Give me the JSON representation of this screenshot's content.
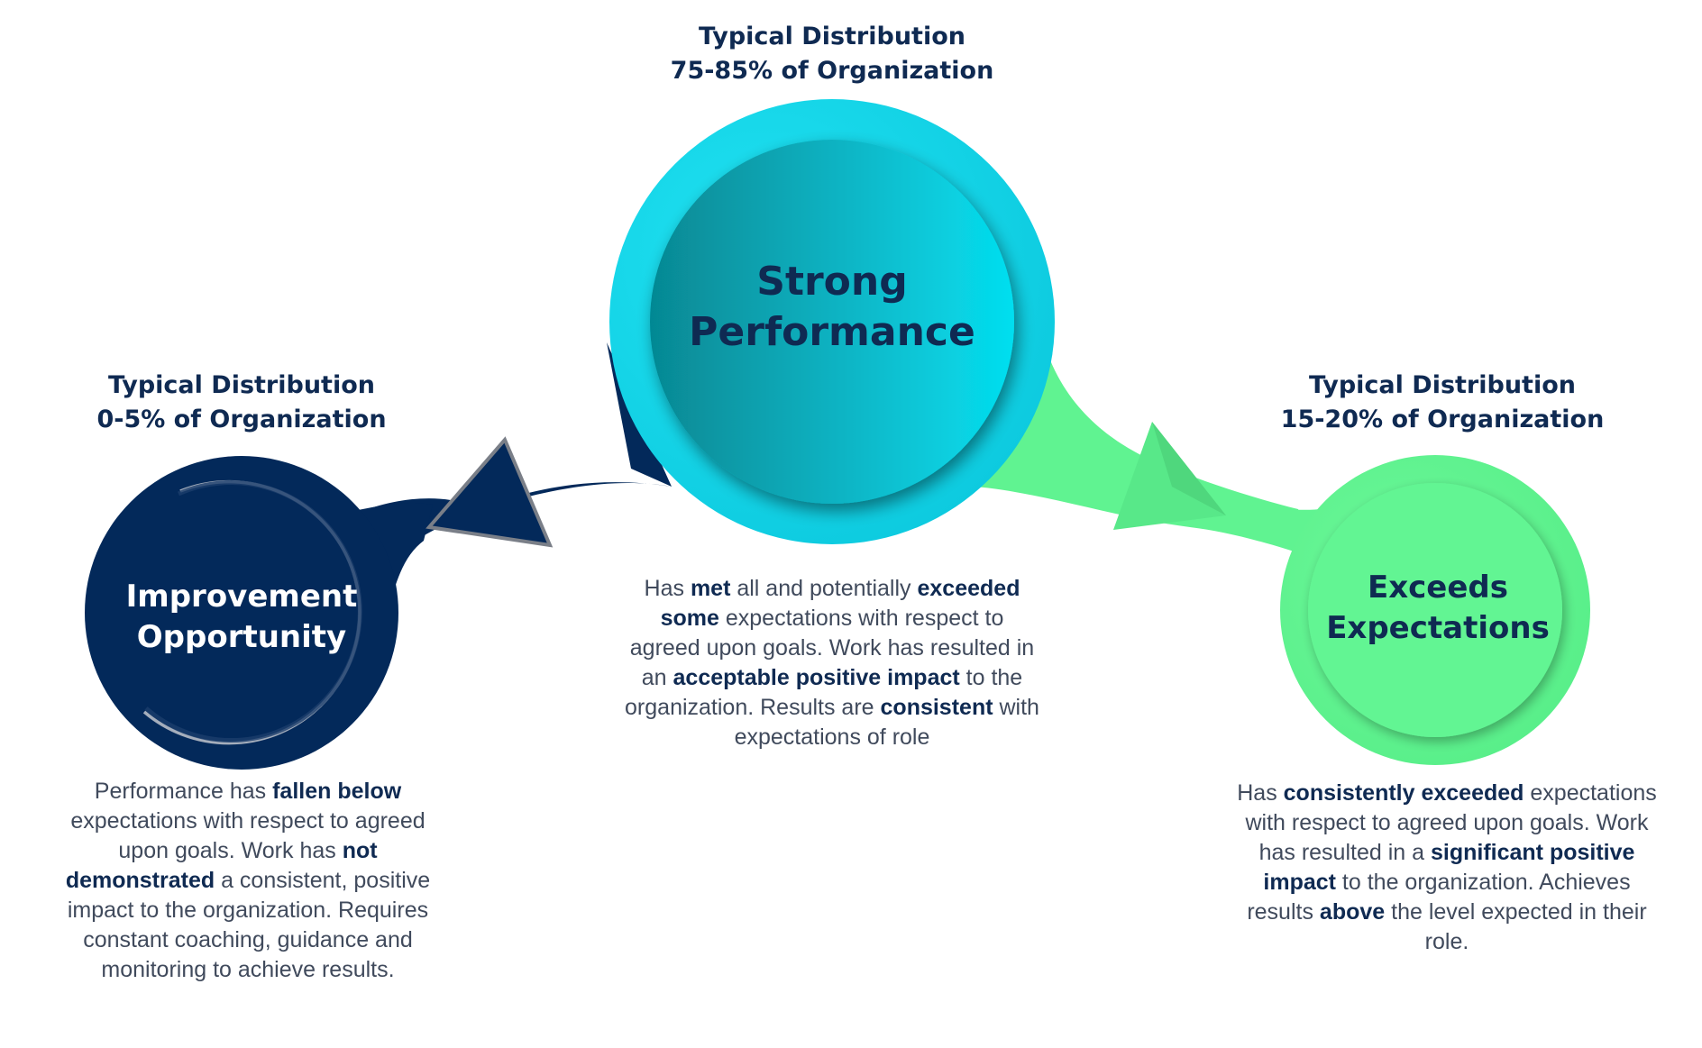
{
  "colors": {
    "navy": "#03295a",
    "cyan": "#12d6ea",
    "teal": "#0a9aa8",
    "green": "#5ef58f",
    "title_text": "#0f2a52",
    "body_text": "#404a5c"
  },
  "strong": {
    "dist_line1": "Typical Distribution",
    "dist_line2": "75-85% of Organization",
    "title_line1": "Strong",
    "title_line2": "Performance",
    "desc": [
      {
        "t": "Has "
      },
      {
        "t": "met",
        "b": true
      },
      {
        "t": " all and potentially "
      },
      {
        "t": "exceeded",
        "b": true
      },
      {
        "br": true
      },
      {
        "t": "some",
        "b": true
      },
      {
        "t": " expectations with respect to"
      },
      {
        "br": true
      },
      {
        "t": "agreed upon goals.  Work has resulted in"
      },
      {
        "br": true
      },
      {
        "t": "an "
      },
      {
        "t": "acceptable positive impact",
        "b": true
      },
      {
        "t": " to the"
      },
      {
        "br": true
      },
      {
        "t": "organization. Results are "
      },
      {
        "t": "consistent",
        "b": true
      },
      {
        "t": " with"
      },
      {
        "br": true
      },
      {
        "t": "expectations of role"
      }
    ]
  },
  "improvement": {
    "dist_line1": "Typical Distribution",
    "dist_line2": "0-5% of Organization",
    "title_line1": "Improvement",
    "title_line2": "Opportunity",
    "desc": [
      {
        "t": "Performance has "
      },
      {
        "t": "fallen below",
        "b": true
      },
      {
        "br": true
      },
      {
        "t": "expectations with respect to agreed"
      },
      {
        "br": true
      },
      {
        "t": "upon goals.  Work has "
      },
      {
        "t": "not",
        "b": true
      },
      {
        "br": true
      },
      {
        "t": "demonstrated",
        "b": true
      },
      {
        "t": " a consistent, positive"
      },
      {
        "br": true
      },
      {
        "t": "impact to the organization. Requires"
      },
      {
        "br": true
      },
      {
        "t": "constant coaching, guidance and"
      },
      {
        "br": true
      },
      {
        "t": "monitoring to achieve results."
      }
    ]
  },
  "exceeds": {
    "dist_line1": "Typical Distribution",
    "dist_line2": "15-20% of Organization",
    "title_line1": "Exceeds",
    "title_line2": "Expectations",
    "desc": [
      {
        "t": "Has "
      },
      {
        "t": "consistently exceeded",
        "b": true
      },
      {
        "t": " expectations"
      },
      {
        "br": true
      },
      {
        "t": "with respect to agreed upon goals. Work"
      },
      {
        "br": true
      },
      {
        "t": "has resulted in a "
      },
      {
        "t": "significant positive",
        "b": true
      },
      {
        "br": true
      },
      {
        "t": "impact",
        "b": true
      },
      {
        "t": " to the organization. Achieves"
      },
      {
        "br": true
      },
      {
        "t": "results "
      },
      {
        "t": "above",
        "b": true
      },
      {
        "t": " the level expected in their"
      },
      {
        "br": true
      },
      {
        "t": "role."
      }
    ]
  }
}
